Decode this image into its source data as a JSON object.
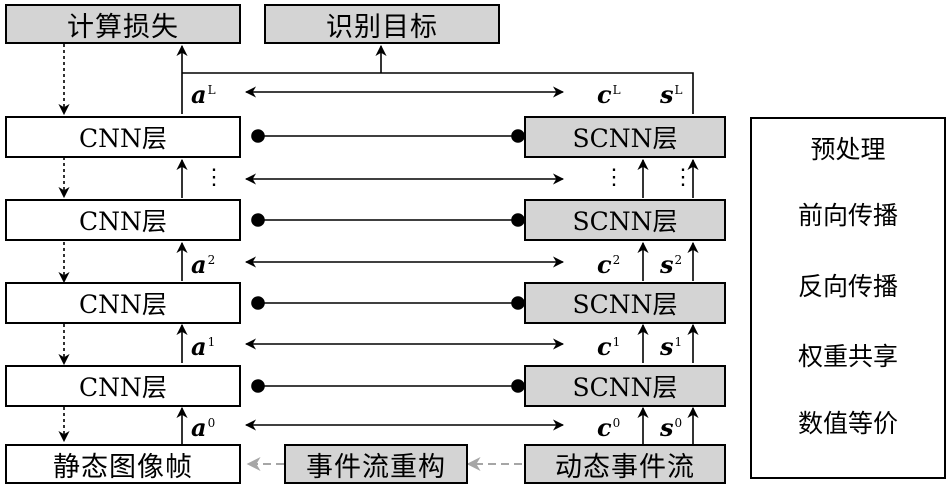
{
  "top_boxes": {
    "compute_loss": "计算损失",
    "recognize_target": "识别目标"
  },
  "cnn_layer_label": "CNN层",
  "scnn_layer_label": "SCNN层",
  "bottom_boxes": {
    "static_frame": "静态图像帧",
    "event_reconstruction": "事件流重构",
    "dynamic_event_stream": "动态事件流"
  },
  "signals": {
    "a": "a",
    "c": "c",
    "s": "s",
    "sup_L": "L",
    "sup_2": "2",
    "sup_1": "1",
    "sup_0": "0"
  },
  "ellipsis": "⋮",
  "legend": {
    "preprocessing": "预处理",
    "forward_propagation": "前向传播",
    "backward_propagation": "反向传播",
    "weight_sharing": "权重共享",
    "numerical_equivalence": "数值等价"
  },
  "colors": {
    "gray_box": "#d4d4d4",
    "preprocess_arrow": "#a6a6a6",
    "line": "#000000"
  }
}
